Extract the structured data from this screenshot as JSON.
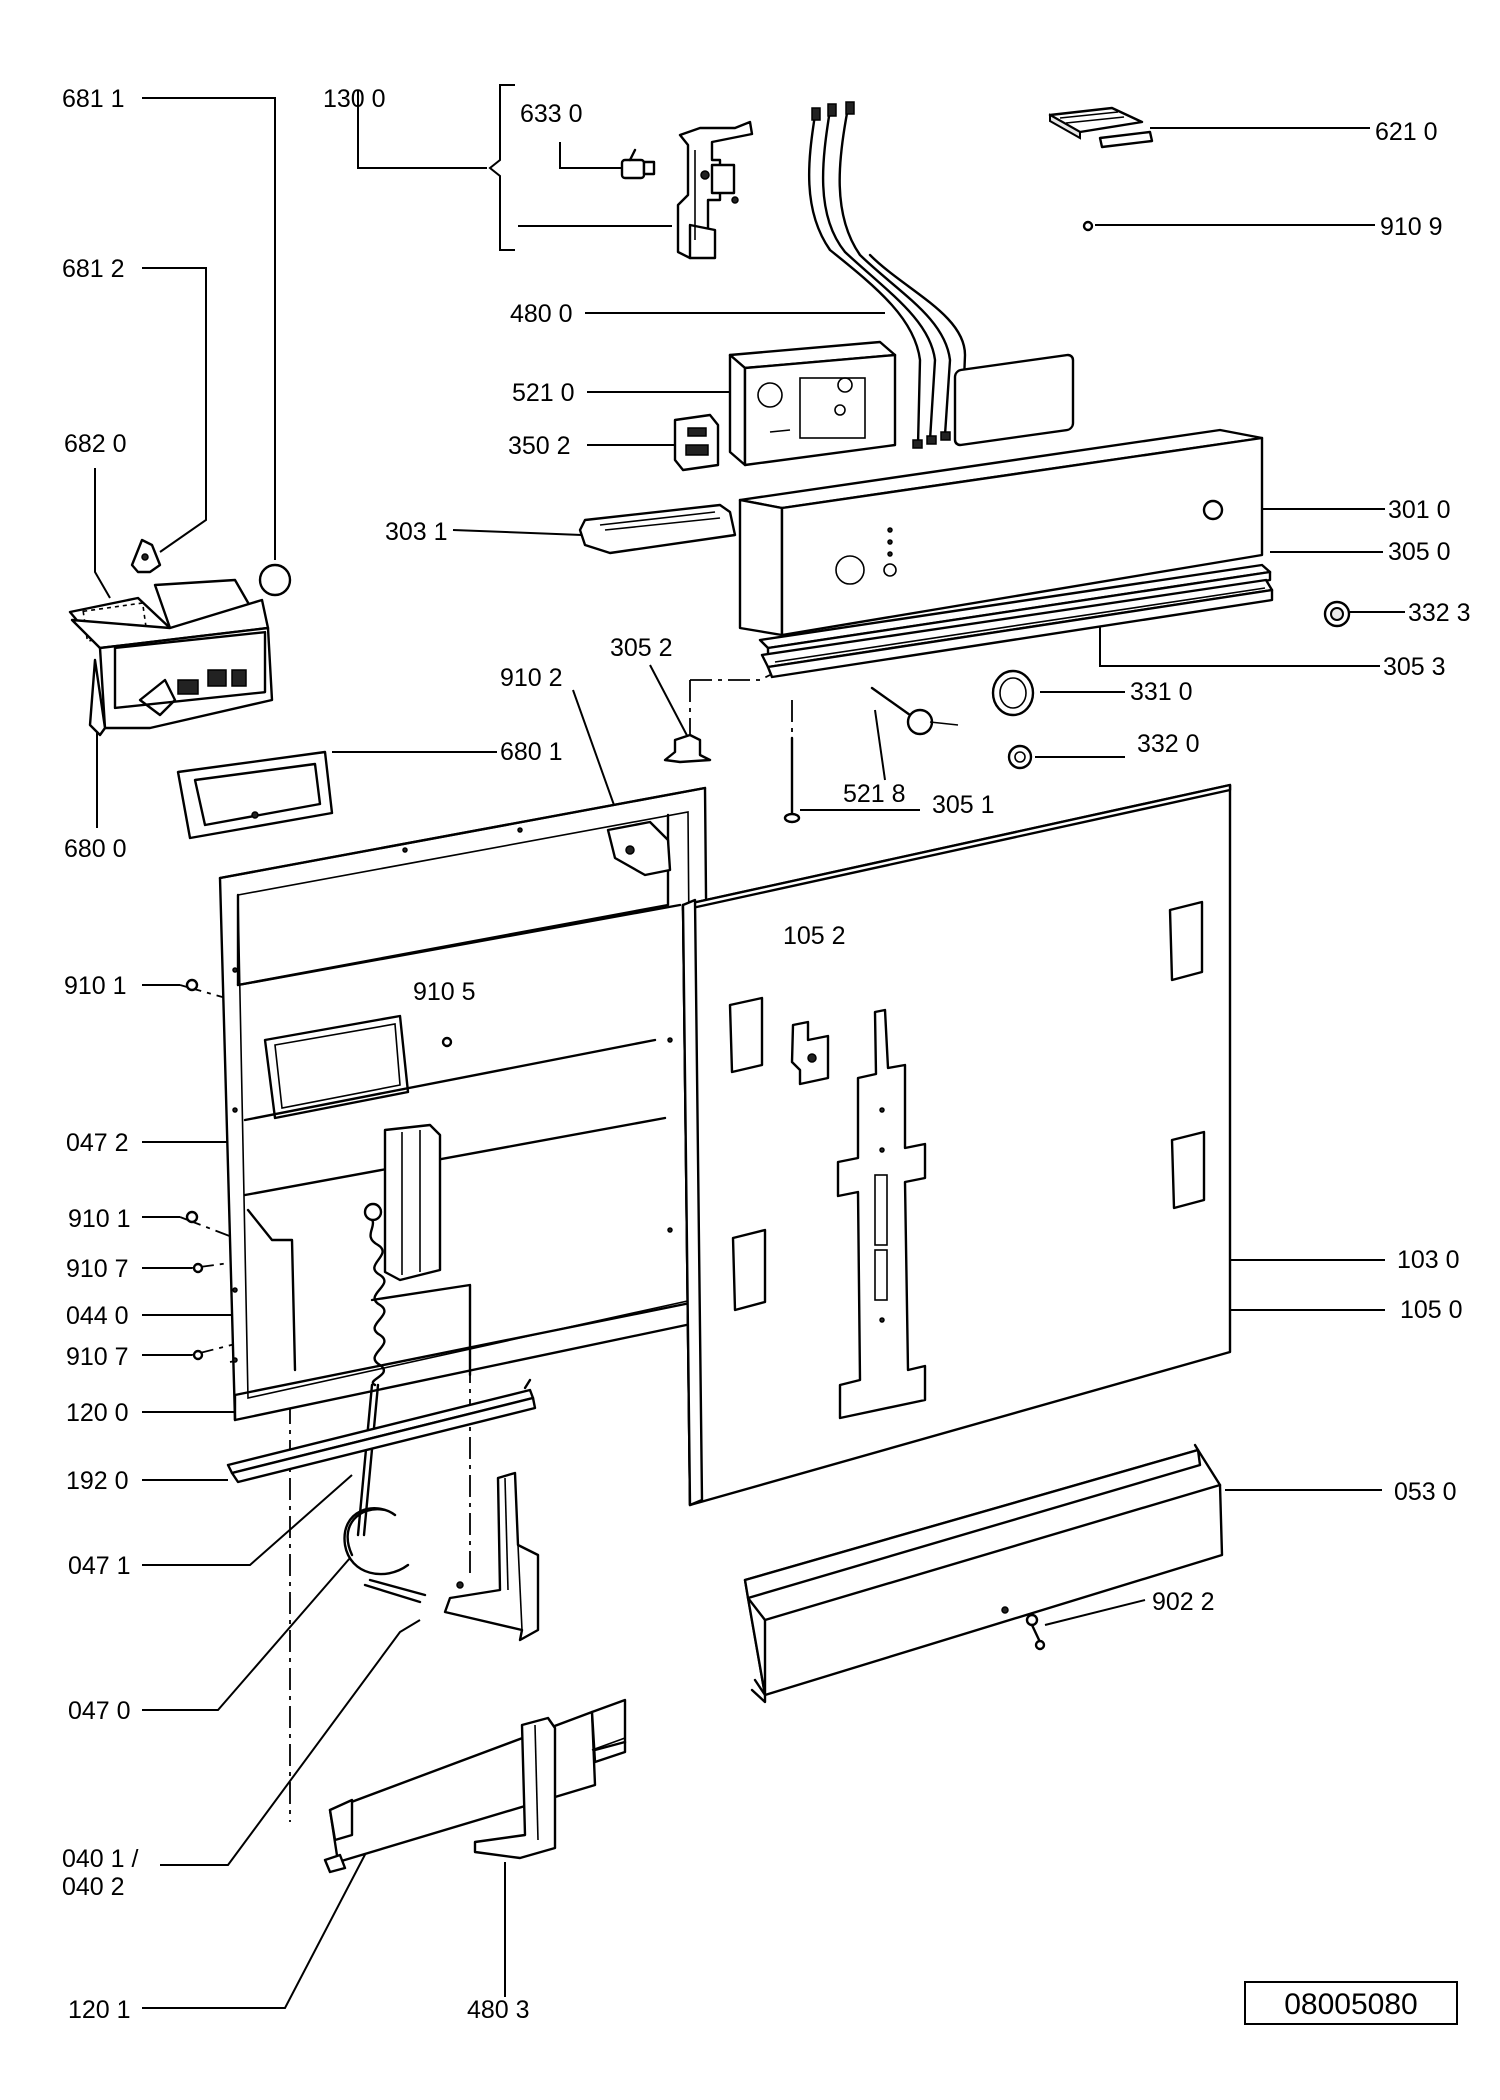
{
  "drawing_number": "08005080",
  "labels": [
    {
      "id": "l6811",
      "text": "681 1"
    },
    {
      "id": "l1300",
      "text": "130 0"
    },
    {
      "id": "l6330",
      "text": "633 0"
    },
    {
      "id": "l6210",
      "text": "621 0"
    },
    {
      "id": "l9109",
      "text": "910 9"
    },
    {
      "id": "l6812",
      "text": "681 2"
    },
    {
      "id": "l4800",
      "text": "480 0"
    },
    {
      "id": "l5210",
      "text": "521 0"
    },
    {
      "id": "l6820",
      "text": "682 0"
    },
    {
      "id": "l3502",
      "text": "350 2"
    },
    {
      "id": "l3031",
      "text": "303 1"
    },
    {
      "id": "l3010",
      "text": "301 0"
    },
    {
      "id": "l3050",
      "text": "305 0"
    },
    {
      "id": "l3323",
      "text": "332 3"
    },
    {
      "id": "l3052",
      "text": "305 2"
    },
    {
      "id": "l3053",
      "text": "305 3"
    },
    {
      "id": "l9102",
      "text": "910 2"
    },
    {
      "id": "l3310",
      "text": "331 0"
    },
    {
      "id": "l6801",
      "text": "680 1"
    },
    {
      "id": "l3320",
      "text": "332 0"
    },
    {
      "id": "l5218",
      "text": "521 8"
    },
    {
      "id": "l3051",
      "text": "305 1"
    },
    {
      "id": "l6800",
      "text": "680 0"
    },
    {
      "id": "l1052",
      "text": "105 2"
    },
    {
      "id": "l9101a",
      "text": "910 1"
    },
    {
      "id": "l9105",
      "text": "910 5"
    },
    {
      "id": "l0472",
      "text": "047 2"
    },
    {
      "id": "l9101b",
      "text": "910 1"
    },
    {
      "id": "l9107a",
      "text": "910 7"
    },
    {
      "id": "l1030",
      "text": "103 0"
    },
    {
      "id": "l0440",
      "text": "044 0"
    },
    {
      "id": "l1050",
      "text": "105 0"
    },
    {
      "id": "l9107b",
      "text": "910 7"
    },
    {
      "id": "l1200",
      "text": "120 0"
    },
    {
      "id": "l1920",
      "text": "192 0"
    },
    {
      "id": "l0530",
      "text": "053 0"
    },
    {
      "id": "l0471",
      "text": "047 1"
    },
    {
      "id": "l9022",
      "text": "902 2"
    },
    {
      "id": "l0470",
      "text": "047 0"
    },
    {
      "id": "l0401",
      "text": "040 1 /"
    },
    {
      "id": "l0402",
      "text": "040 2"
    },
    {
      "id": "l1201",
      "text": "120 1"
    },
    {
      "id": "l4803",
      "text": "480 3"
    }
  ]
}
